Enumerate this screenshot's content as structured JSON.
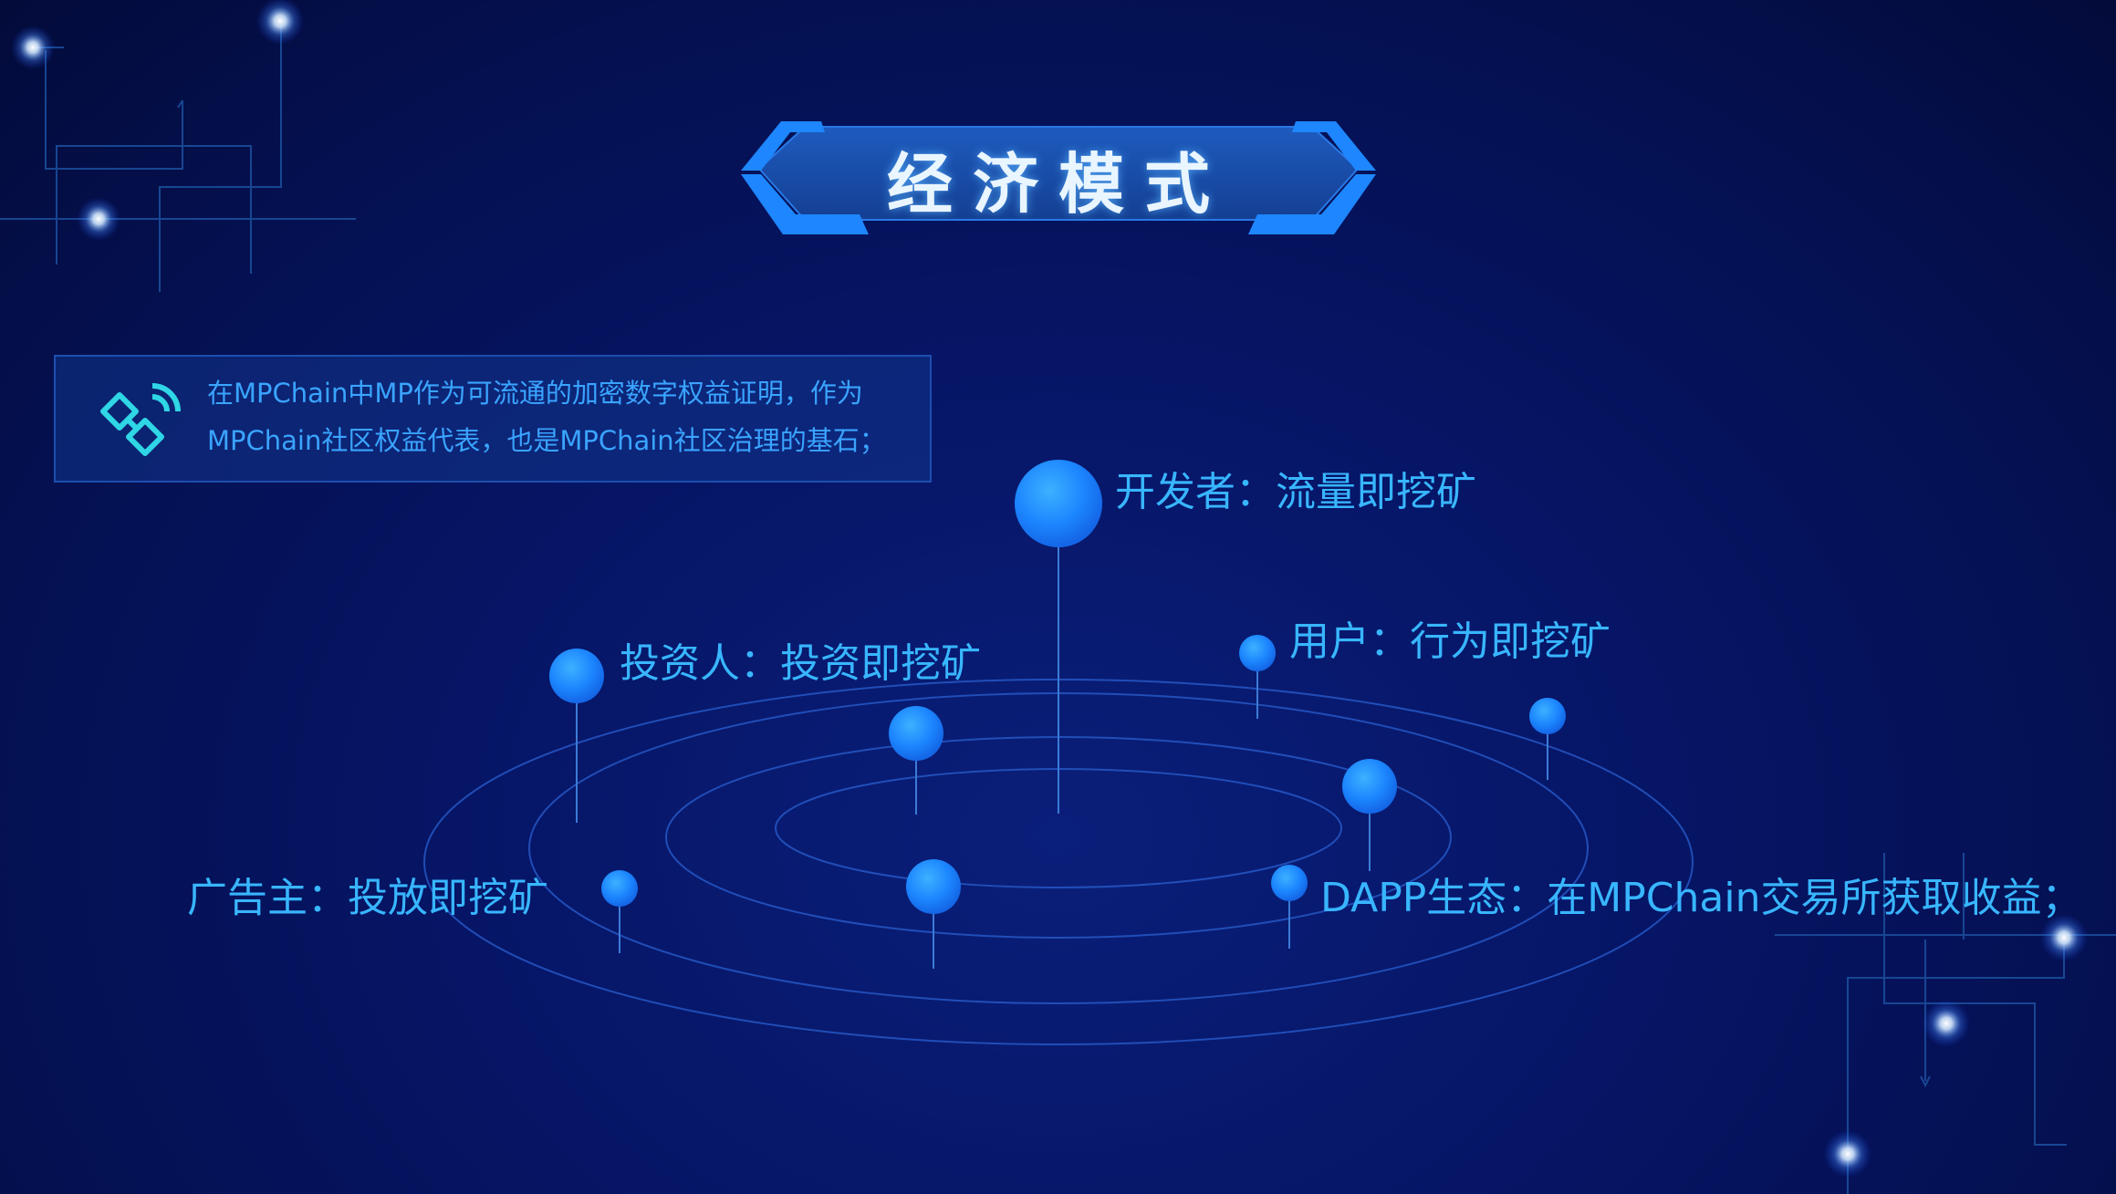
{
  "title": "经济模式",
  "info": {
    "icon": "chain-link-wifi-icon",
    "text": "在MPChain中MP作为可流通的加密数字权益证明，作为MPChain社区权益代表，也是MPChain社区治理的基石；"
  },
  "nodes": [
    {
      "id": "developer",
      "label": "开发者：流量即挖矿"
    },
    {
      "id": "user",
      "label": "用户：行为即挖矿"
    },
    {
      "id": "investor",
      "label": "投资人：投资即挖矿"
    },
    {
      "id": "advertiser",
      "label": "广告主：投放即挖矿"
    },
    {
      "id": "dapp",
      "label": "DAPP生态：在MPChain交易所获取收益；"
    }
  ],
  "colors": {
    "background": "#061566",
    "accent": "#2d8cff",
    "label": "#38b6ff",
    "title_text": "#e9f5ff"
  }
}
